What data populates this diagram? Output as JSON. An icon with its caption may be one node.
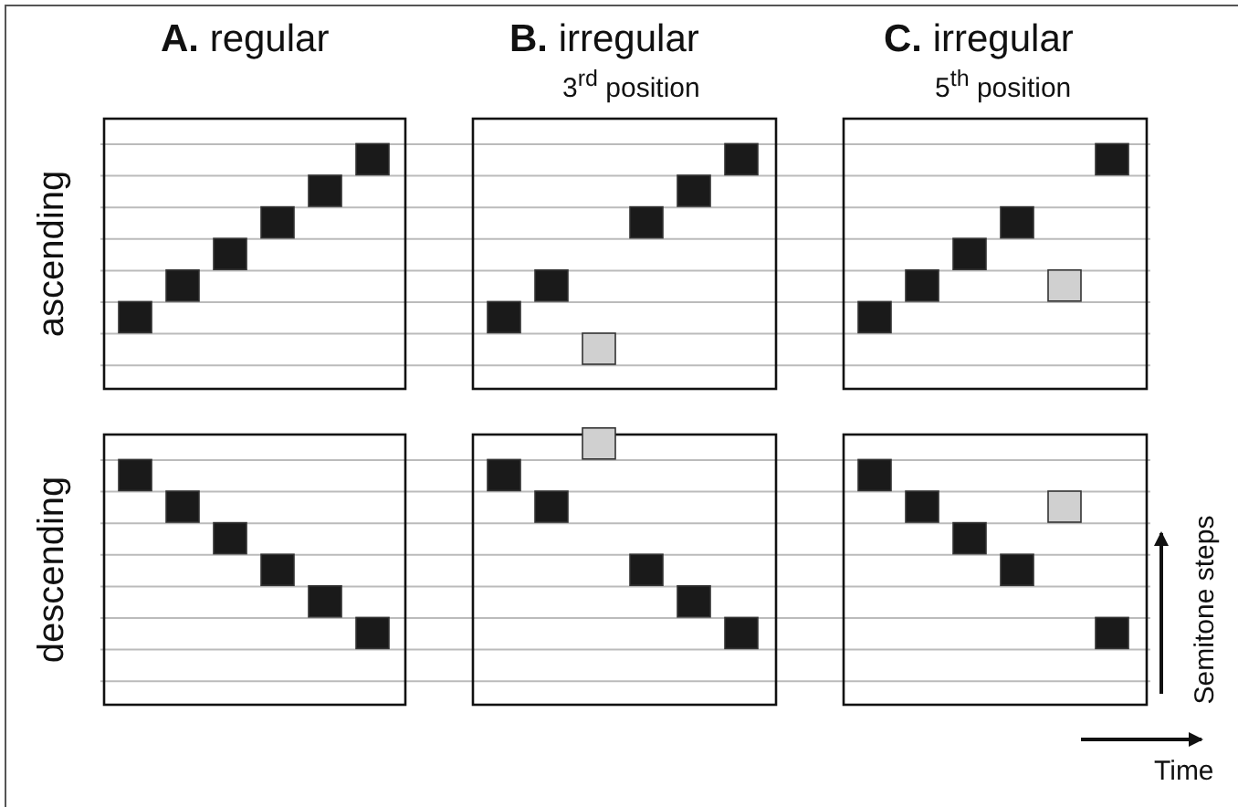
{
  "diagram": {
    "labels": [
      "**A.** regular",
      "**B.** irregular",
      "**C.** irregular",
      "3$^{rd}$ position",
      "5$^{th}$ position",
      "ascending",
      "descending",
      "Semitone steps",
      "Time"
    ]
  }
}
